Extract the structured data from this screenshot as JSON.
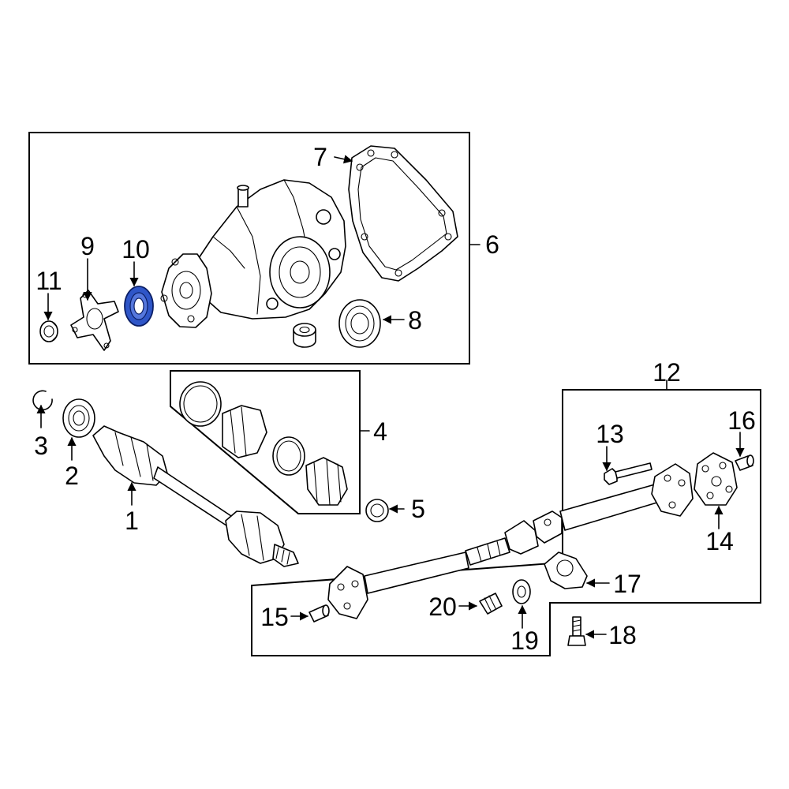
{
  "colors": {
    "highlight": "#2f56c8",
    "line": "#000000",
    "background": "#ffffff"
  },
  "callouts": {
    "c1": "1",
    "c2": "2",
    "c3": "3",
    "c4": "4",
    "c5": "5",
    "c6": "6",
    "c7": "7",
    "c8": "8",
    "c9": "9",
    "c10": "10",
    "c11": "11",
    "c12": "12",
    "c13": "13",
    "c14": "14",
    "c15": "15",
    "c16": "16",
    "c17": "17",
    "c18": "18",
    "c19": "19",
    "c20": "20"
  },
  "highlighted_part": "10"
}
